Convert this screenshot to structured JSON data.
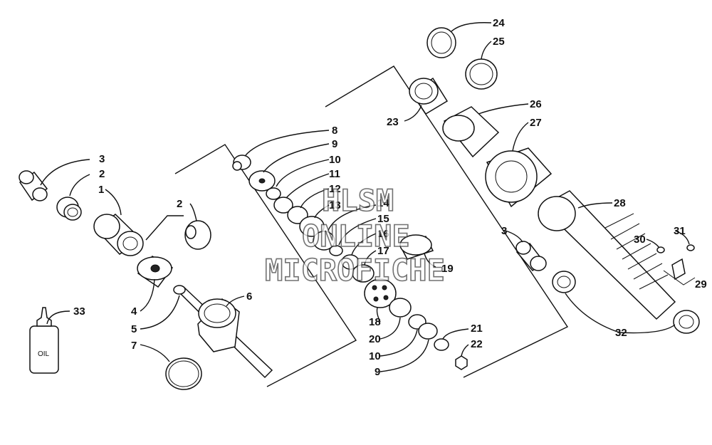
{
  "diagram": {
    "callouts": [
      "1",
      "2",
      "3",
      "4",
      "5",
      "6",
      "7",
      "8",
      "9",
      "10",
      "11",
      "12",
      "13",
      "14",
      "15",
      "16",
      "17",
      "18",
      "19",
      "20",
      "21",
      "22",
      "23",
      "24",
      "25",
      "26",
      "27",
      "28",
      "29",
      "30",
      "31",
      "32",
      "33"
    ],
    "extra_callouts": {
      "c2b": "2",
      "c3b": "3",
      "c9b": "9",
      "c10b": "10"
    },
    "bottle_label": "OIL"
  },
  "watermark": {
    "line1": "HLSM",
    "line2": "ONLINE",
    "line3": "MICROFICHE"
  }
}
